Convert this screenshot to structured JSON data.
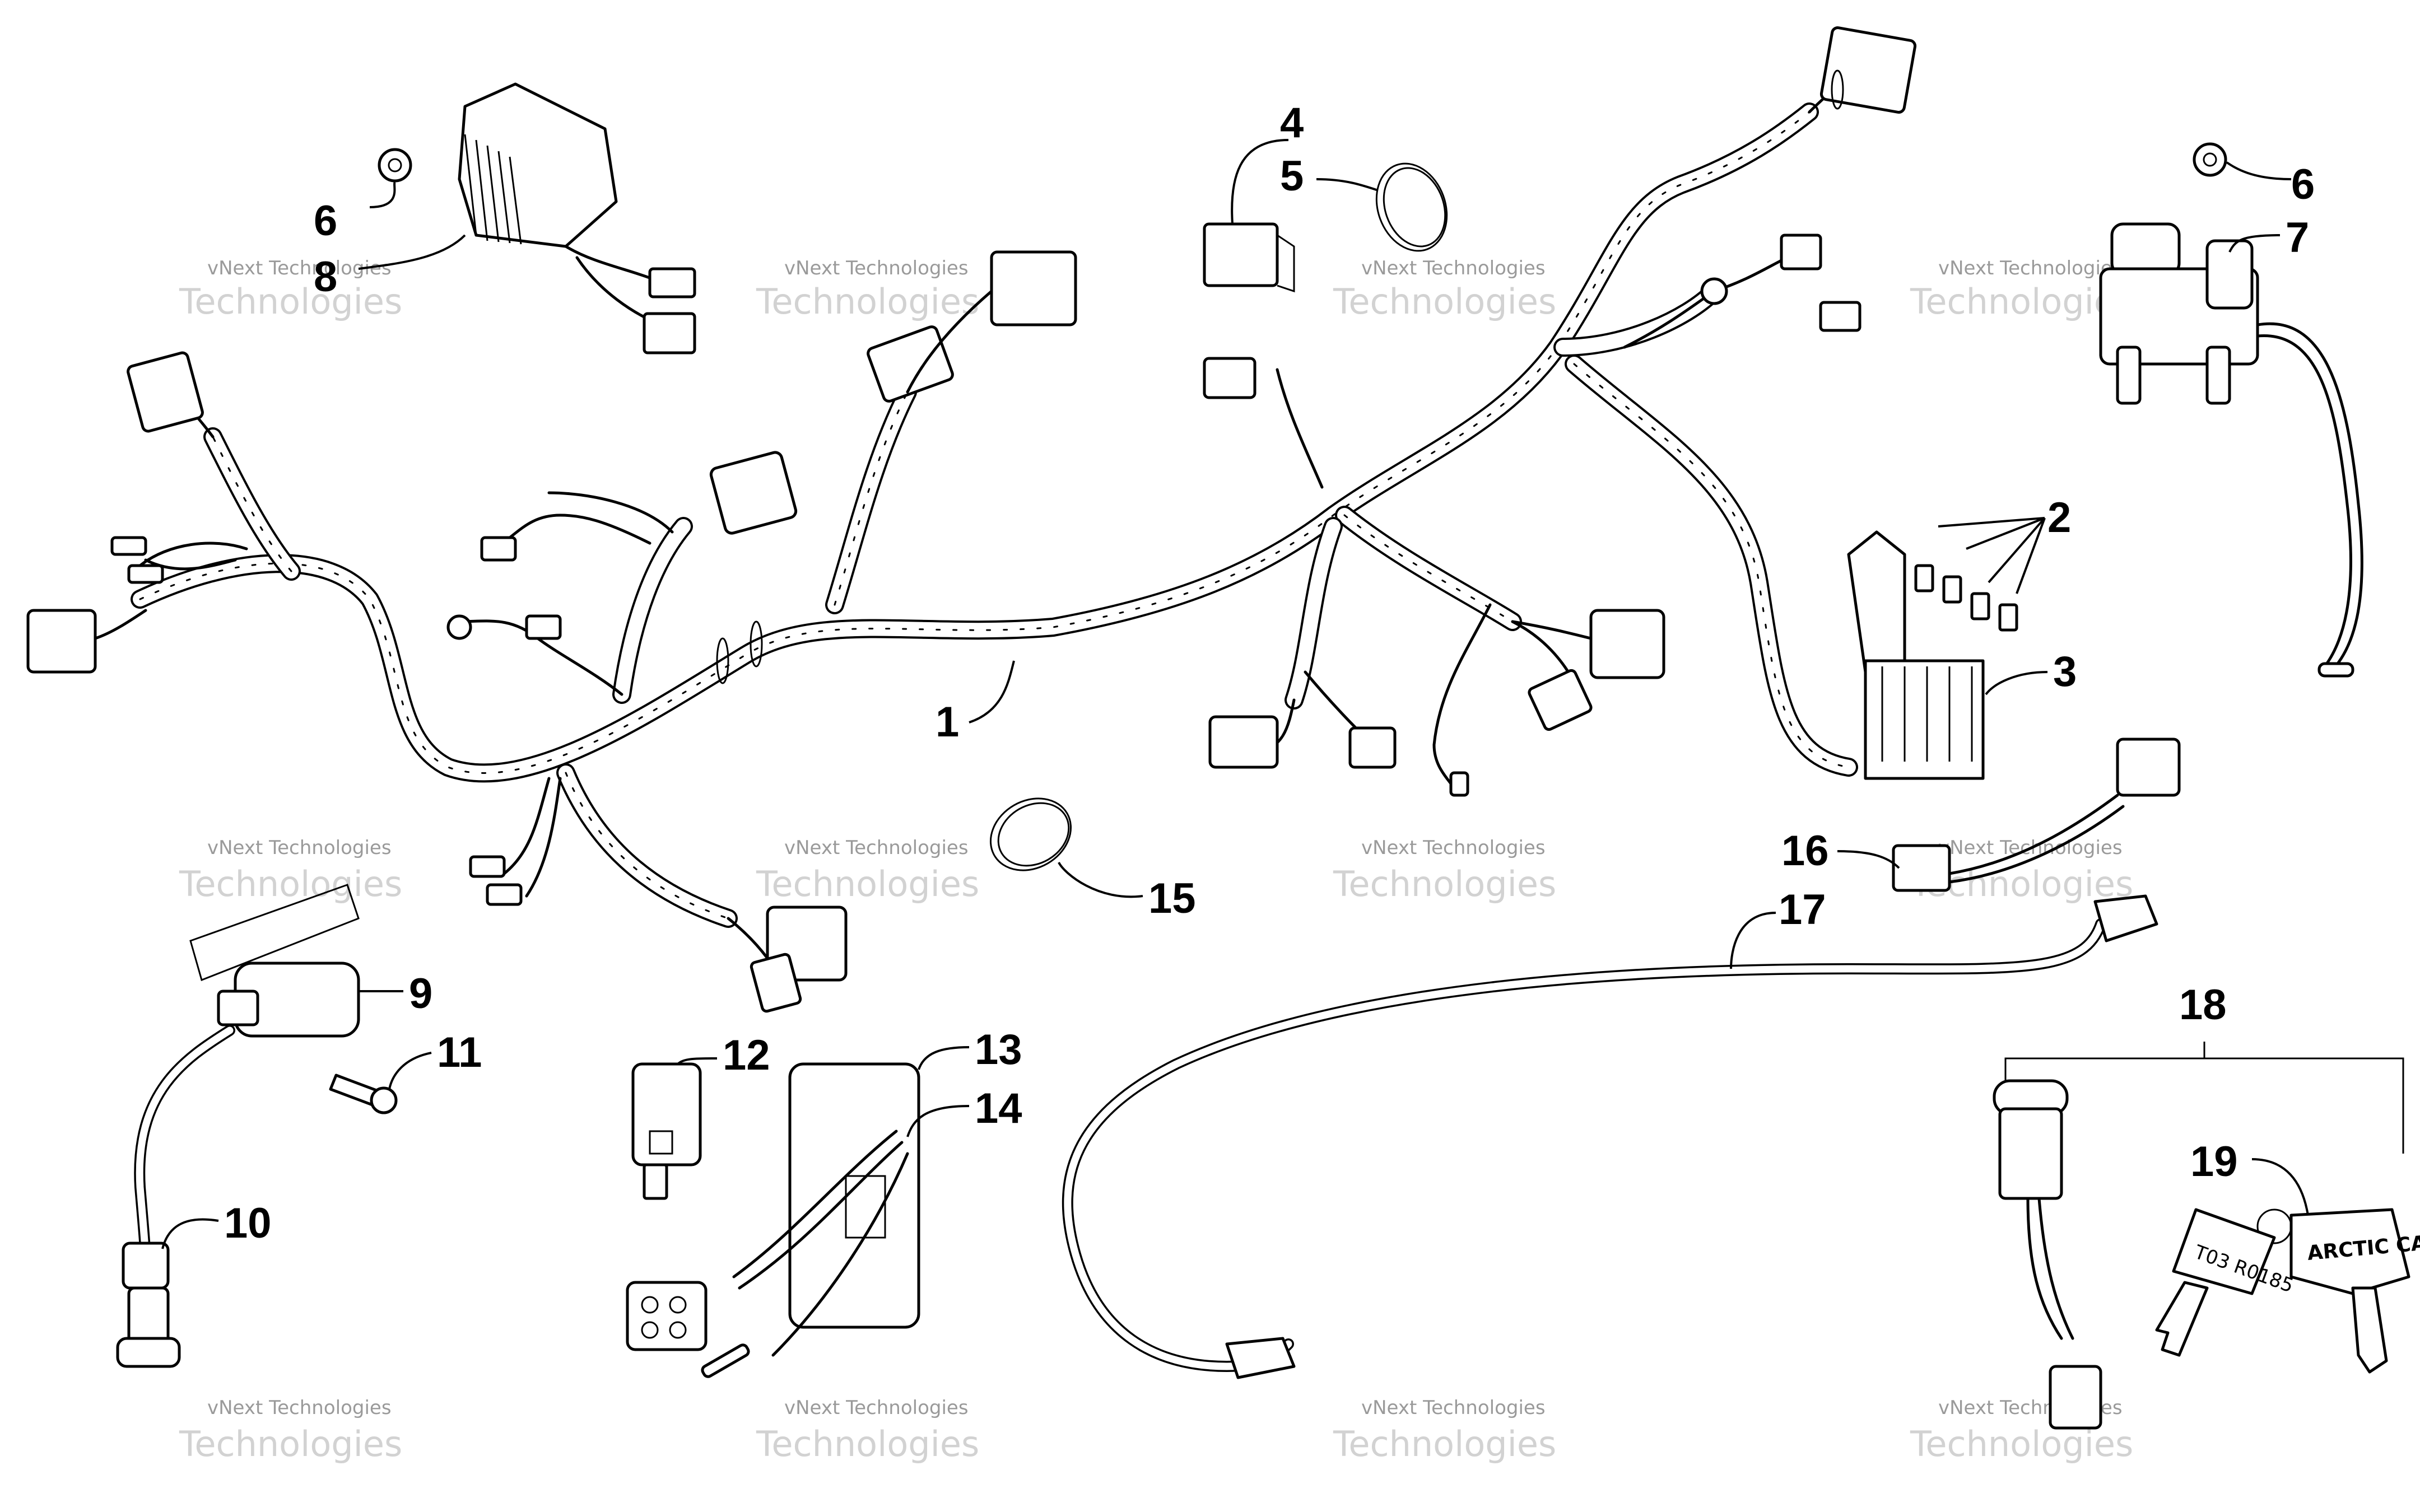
{
  "callouts": {
    "c1": "1",
    "c2": "2",
    "c3": "3",
    "c4": "4",
    "c5": "5",
    "c6a": "6",
    "c6b": "6",
    "c7": "7",
    "c8": "8",
    "c9": "9",
    "c10": "10",
    "c11": "11",
    "c12": "12",
    "c13": "13",
    "c14": "14",
    "c15": "15",
    "c16": "16",
    "c17": "17",
    "c18": "18",
    "c19": "19"
  },
  "watermark": {
    "line1": "vNext Technologies",
    "line2": "Technologies"
  },
  "key_tag": {
    "brand": "ARCTIC CAT",
    "code": "T03 R0185"
  }
}
